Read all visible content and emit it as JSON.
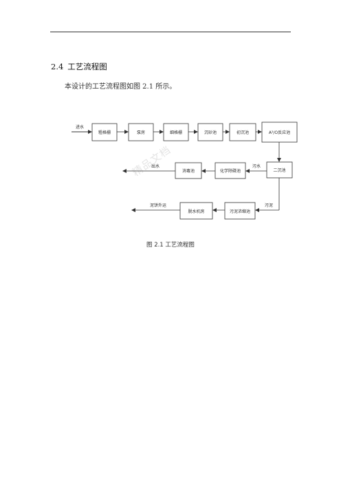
{
  "section": {
    "number": "2.4",
    "title": "工艺流程图"
  },
  "body_text": "本设计的工艺流程图如图 2.1 所示。",
  "caption": "图 2.1  工艺流程图",
  "diagram": {
    "row1": {
      "inlet_label": "进水",
      "boxes": [
        "粗格栅",
        "泵房",
        "细格栅",
        "沉砂池",
        "初沉池",
        "A²/O反应池"
      ]
    },
    "row2": {
      "outlet_label": "出水",
      "sewage_label": "污水",
      "boxes": [
        "消毒池",
        "化学除磷池",
        "二沉池"
      ]
    },
    "row3": {
      "outlet_label": "泥饼外运",
      "sludge_label": "污泥",
      "boxes": [
        "脱水机房",
        "污泥浓缩池"
      ]
    }
  },
  "watermark": "精品文档"
}
